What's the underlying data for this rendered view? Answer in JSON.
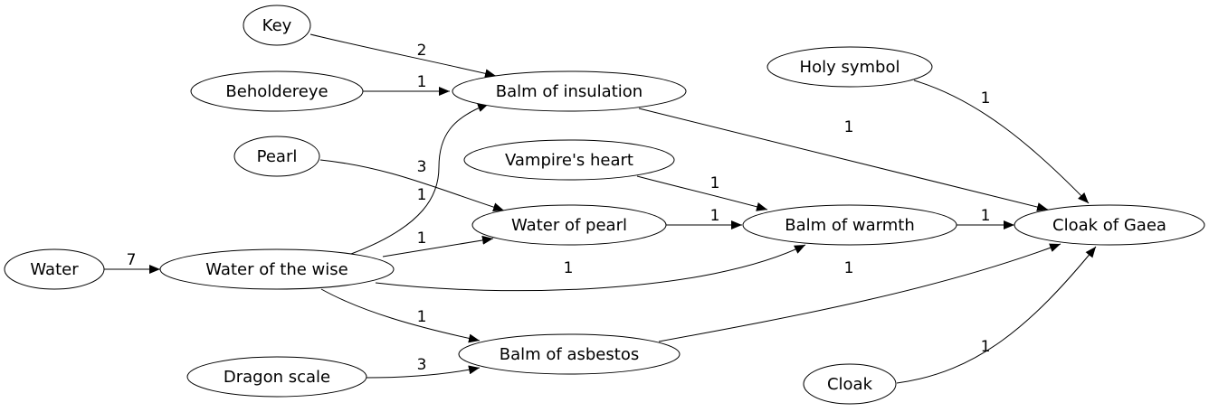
{
  "nodes": {
    "key": "Key",
    "beholdereye": "Beholdereye",
    "balm_insulation": "Balm of insulation",
    "holy_symbol": "Holy symbol",
    "pearl": "Pearl",
    "vampires_heart": "Vampire's heart",
    "water_of_pearl": "Water of pearl",
    "balm_warmth": "Balm of warmth",
    "cloak_of_gaea": "Cloak of Gaea",
    "water": "Water",
    "water_of_the_wise": "Water of the wise",
    "dragon_scale": "Dragon scale",
    "balm_asbestos": "Balm of asbestos",
    "cloak": "Cloak"
  },
  "edges": [
    {
      "from": "Key",
      "to": "Balm of insulation",
      "weight": "2"
    },
    {
      "from": "Beholdereye",
      "to": "Balm of insulation",
      "weight": "1"
    },
    {
      "from": "Water of the wise",
      "to": "Balm of insulation",
      "weight": "1"
    },
    {
      "from": "Pearl",
      "to": "Water of pearl",
      "weight": "3"
    },
    {
      "from": "Water of the wise",
      "to": "Water of pearl",
      "weight": "1"
    },
    {
      "from": "Vampire's heart",
      "to": "Balm of warmth",
      "weight": "1"
    },
    {
      "from": "Water of pearl",
      "to": "Balm of warmth",
      "weight": "1"
    },
    {
      "from": "Water of the wise",
      "to": "Balm of warmth",
      "weight": "1"
    },
    {
      "from": "Water",
      "to": "Water of the wise",
      "weight": "7"
    },
    {
      "from": "Water of the wise",
      "to": "Balm of asbestos",
      "weight": "1"
    },
    {
      "from": "Dragon scale",
      "to": "Balm of asbestos",
      "weight": "3"
    },
    {
      "from": "Balm of insulation",
      "to": "Cloak of Gaea",
      "weight": "1"
    },
    {
      "from": "Holy symbol",
      "to": "Cloak of Gaea",
      "weight": "1"
    },
    {
      "from": "Balm of warmth",
      "to": "Cloak of Gaea",
      "weight": "1"
    },
    {
      "from": "Balm of asbestos",
      "to": "Cloak of Gaea",
      "weight": "1"
    },
    {
      "from": "Cloak",
      "to": "Cloak of Gaea",
      "weight": "1"
    }
  ]
}
